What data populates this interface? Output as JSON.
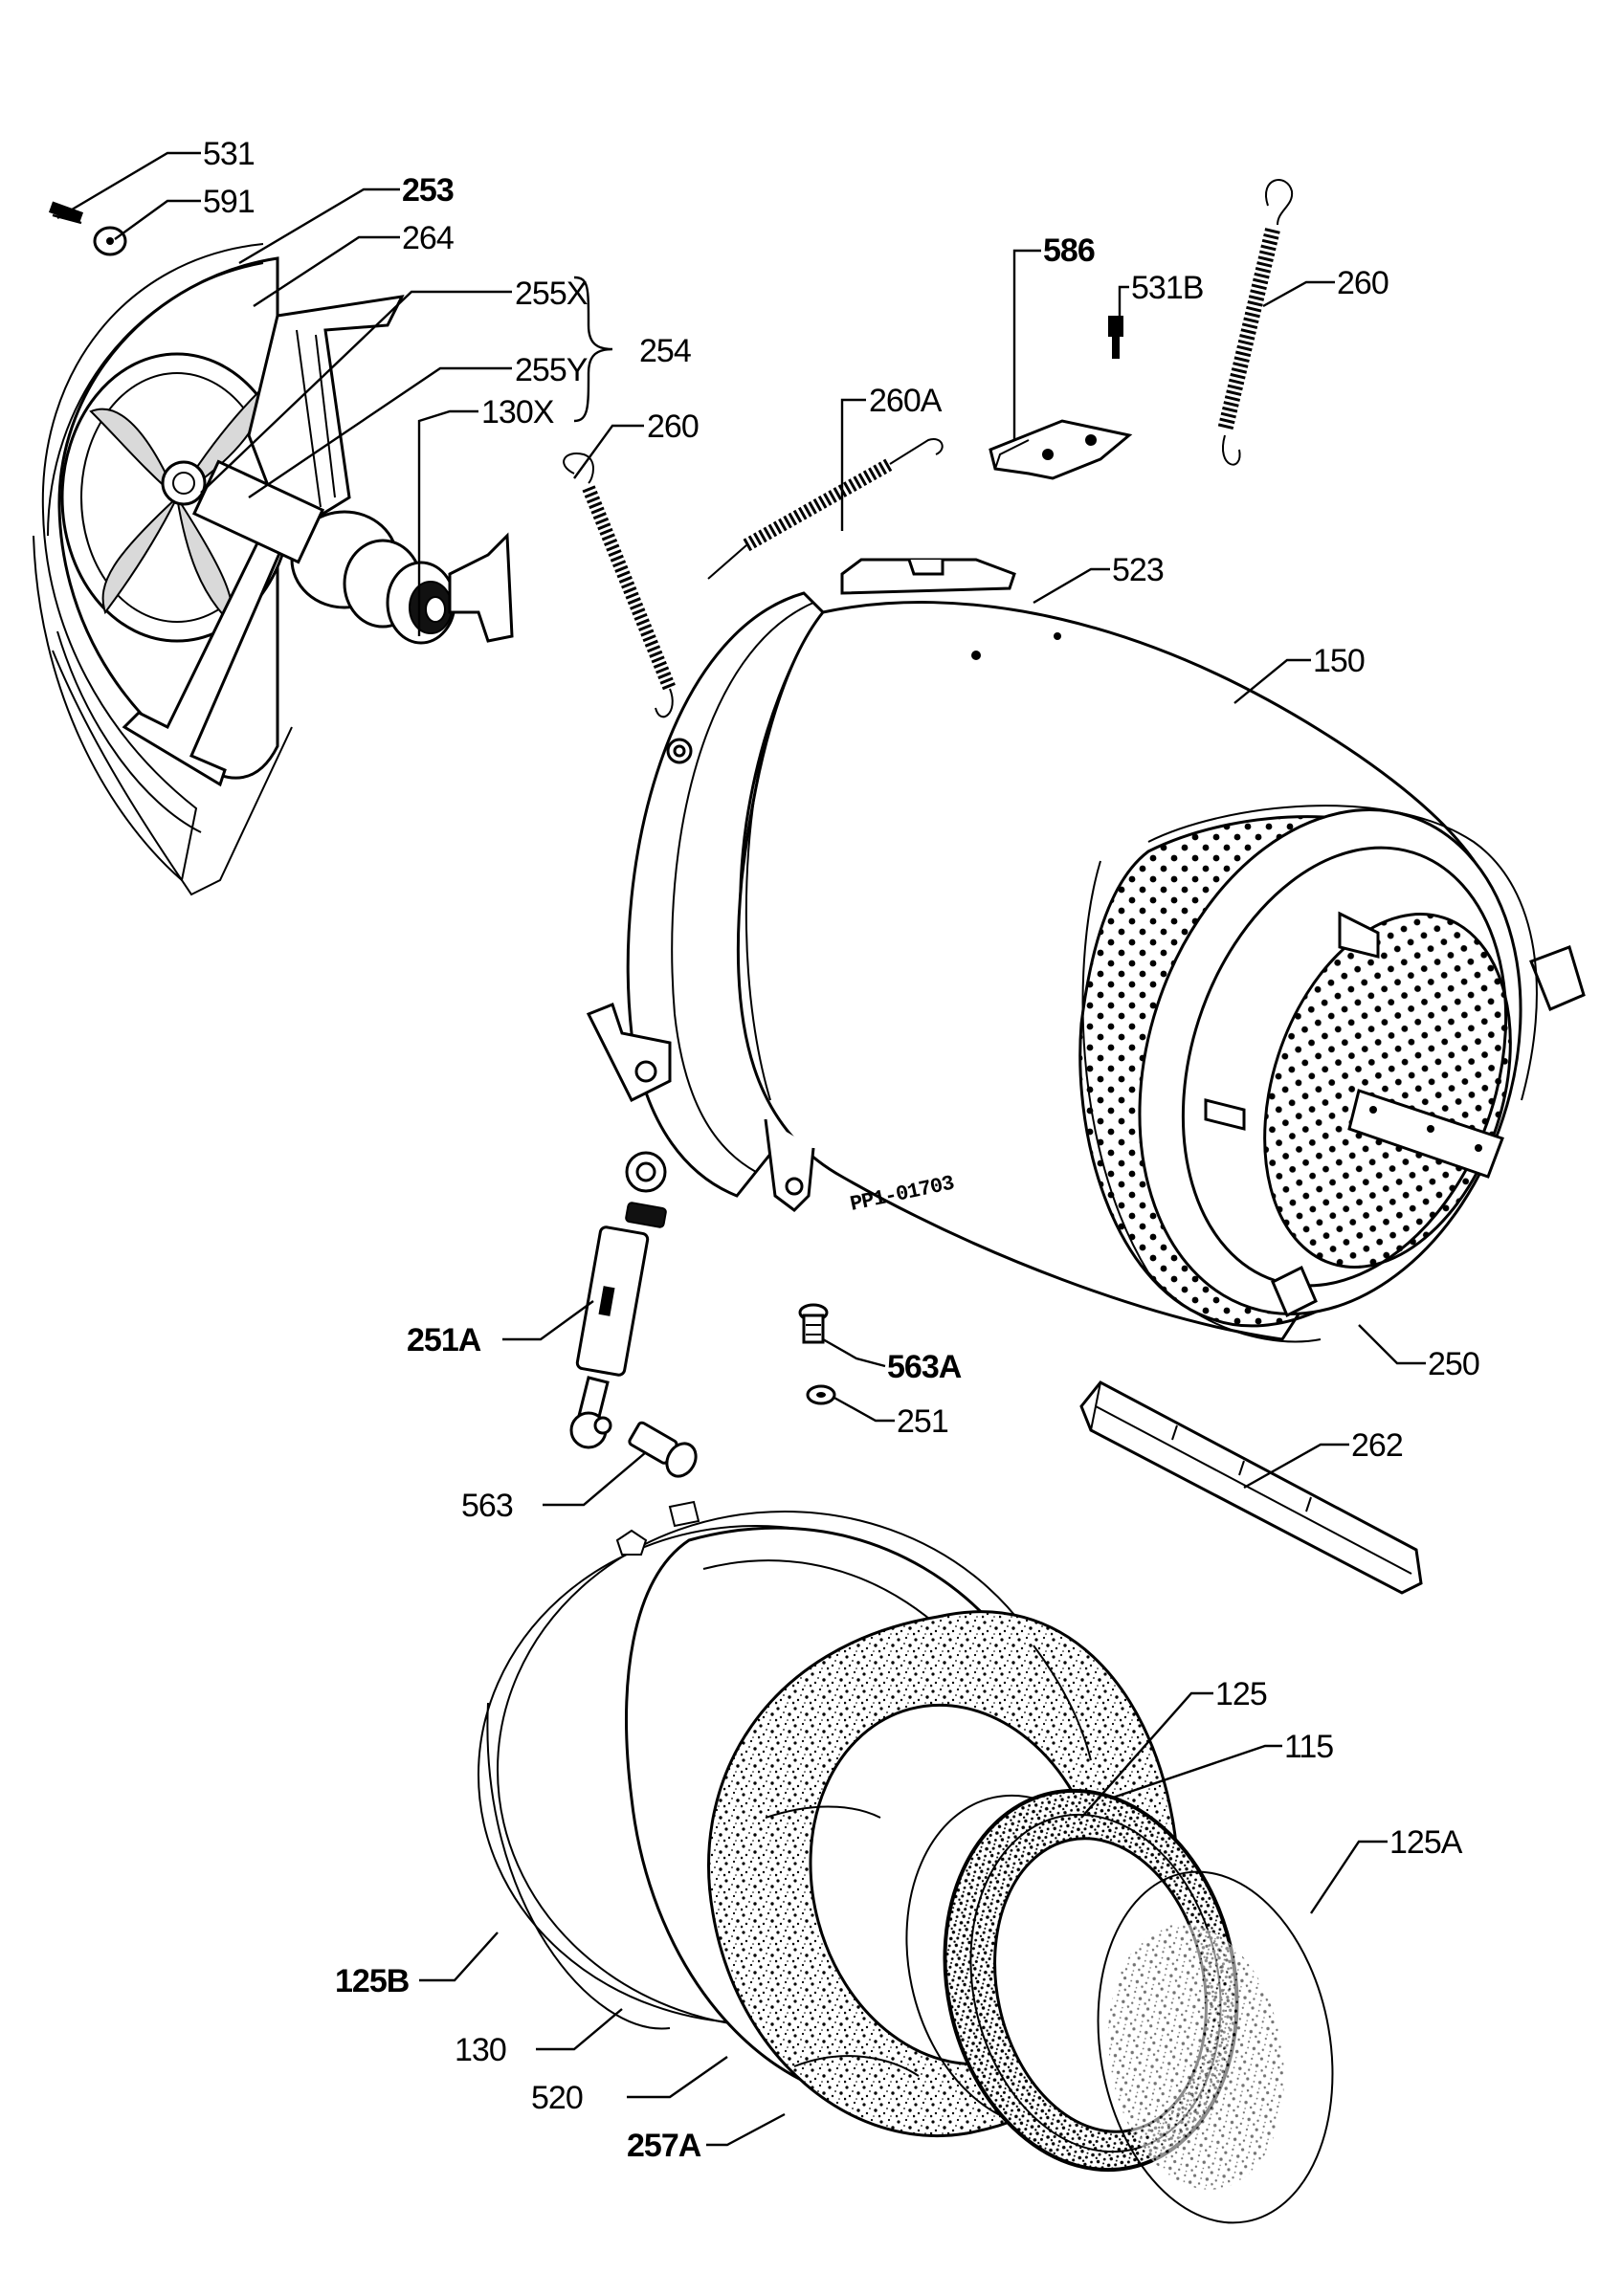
{
  "diagram": {
    "watermark": "PP1-01703",
    "labels": {
      "l531": "531",
      "l591": "591",
      "l253": "253",
      "l264": "264",
      "l255x": "255X",
      "l255y": "255Y",
      "l254": "254",
      "l130x": "130X",
      "l260a_left": "260",
      "l260A": "260A",
      "l586": "586",
      "l531B": "531B",
      "l260_right": "260",
      "l523": "523",
      "l150": "150",
      "l251A": "251A",
      "l563A": "563A",
      "l251": "251",
      "l250": "250",
      "l262": "262",
      "l563": "563",
      "l125": "125",
      "l115": "115",
      "l125A": "125A",
      "l125B": "125B",
      "l130": "130",
      "l520": "520",
      "l257A": "257A"
    }
  }
}
